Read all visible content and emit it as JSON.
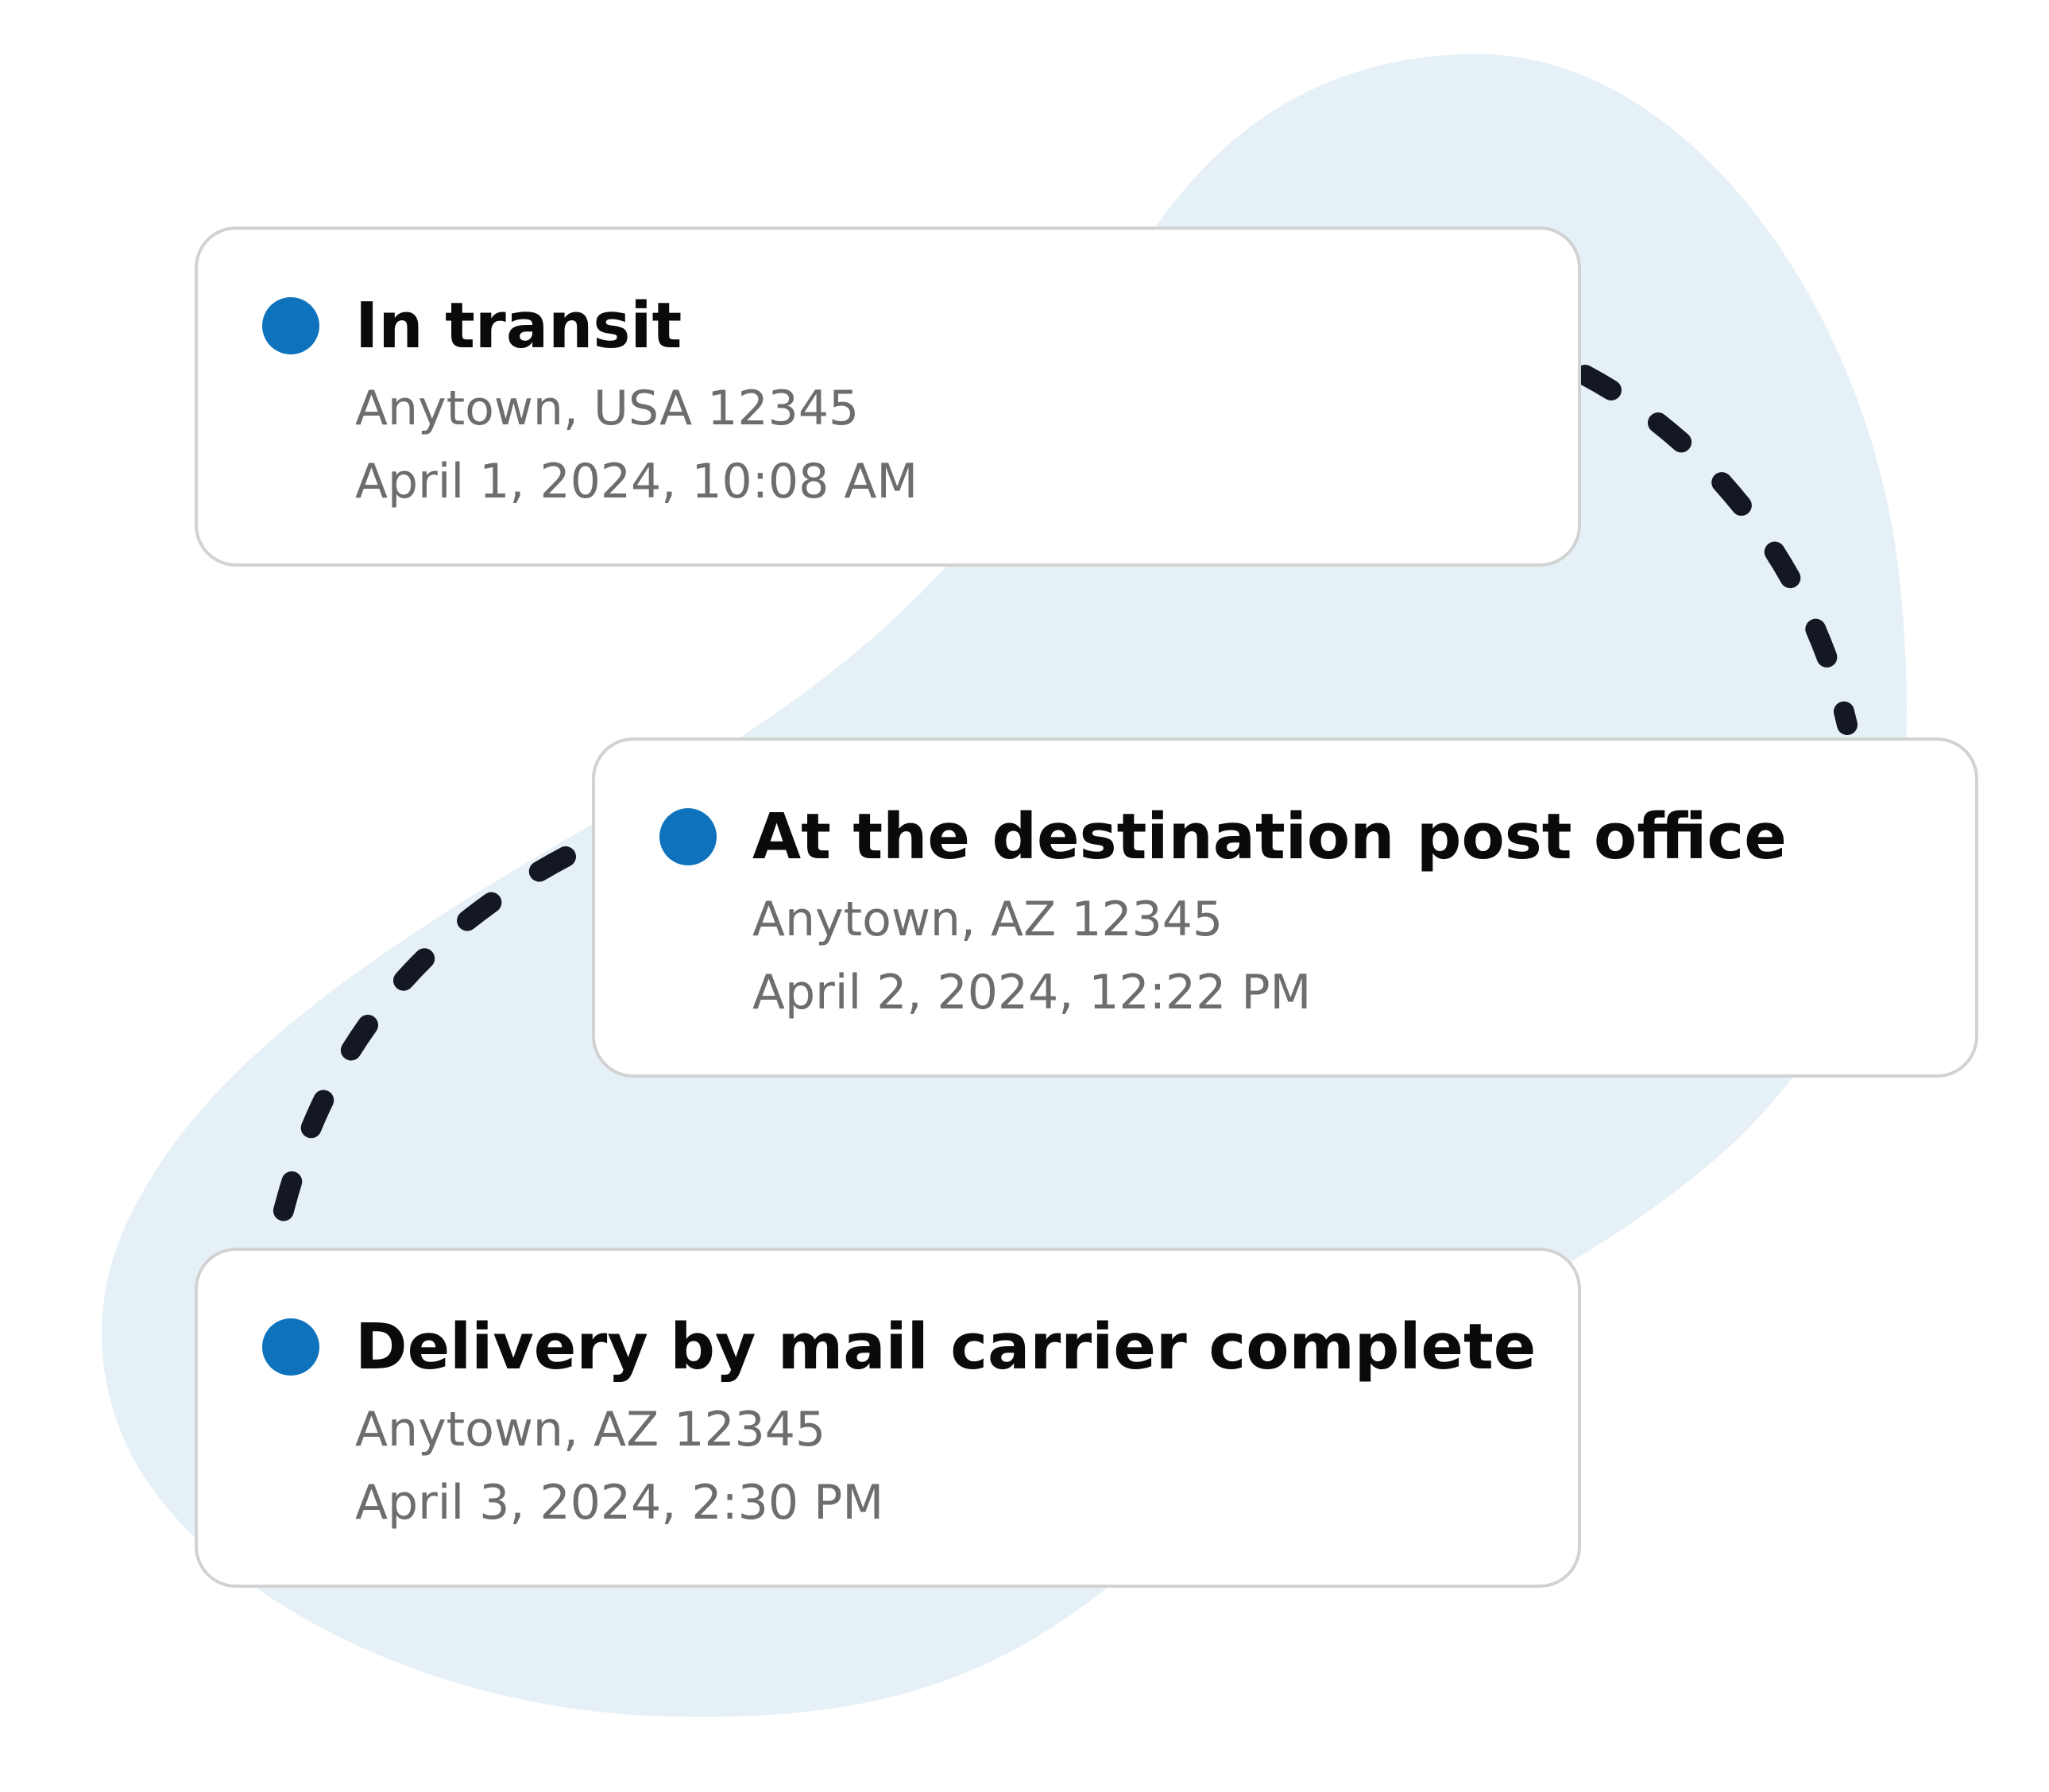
{
  "colors": {
    "blob": "#e6f0f7",
    "dot": "#0e72bd",
    "dash": "#141823",
    "card_border": "#d2d2d2",
    "title_text": "#0a0a0a",
    "detail_text": "#6d6d6d"
  },
  "timeline": {
    "events": [
      {
        "status": "In transit",
        "location": "Anytown, USA 12345",
        "datetime": "April 1, 2024, 10:08 AM"
      },
      {
        "status": "At the destination post office",
        "location": "Anytown, AZ 12345",
        "datetime": "April 2, 2024, 12:22 PM"
      },
      {
        "status": "Delivery by mail carrier complete",
        "location": "Anytown, AZ 12345",
        "datetime": "April 3, 2024, 2:30 PM"
      }
    ]
  }
}
